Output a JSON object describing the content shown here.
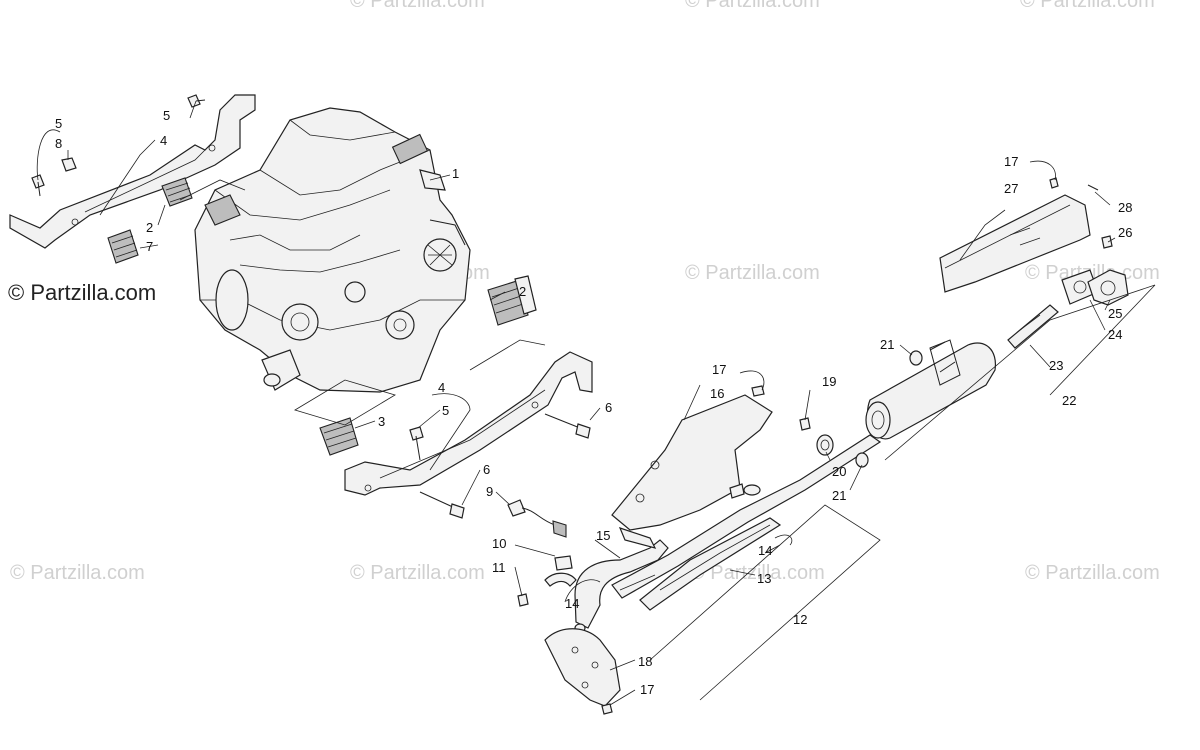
{
  "watermarks": {
    "main": "© Partzilla.com",
    "faint": "© Partzilla.com"
  },
  "callouts": [
    "1",
    "2",
    "2",
    "3",
    "4",
    "4",
    "5",
    "5",
    "5",
    "6",
    "6",
    "7",
    "8",
    "9",
    "10",
    "11",
    "12",
    "13",
    "14",
    "14",
    "15",
    "16",
    "17",
    "17",
    "17",
    "18",
    "19",
    "20",
    "21",
    "21",
    "22",
    "23",
    "24",
    "25",
    "26",
    "27",
    "28"
  ]
}
